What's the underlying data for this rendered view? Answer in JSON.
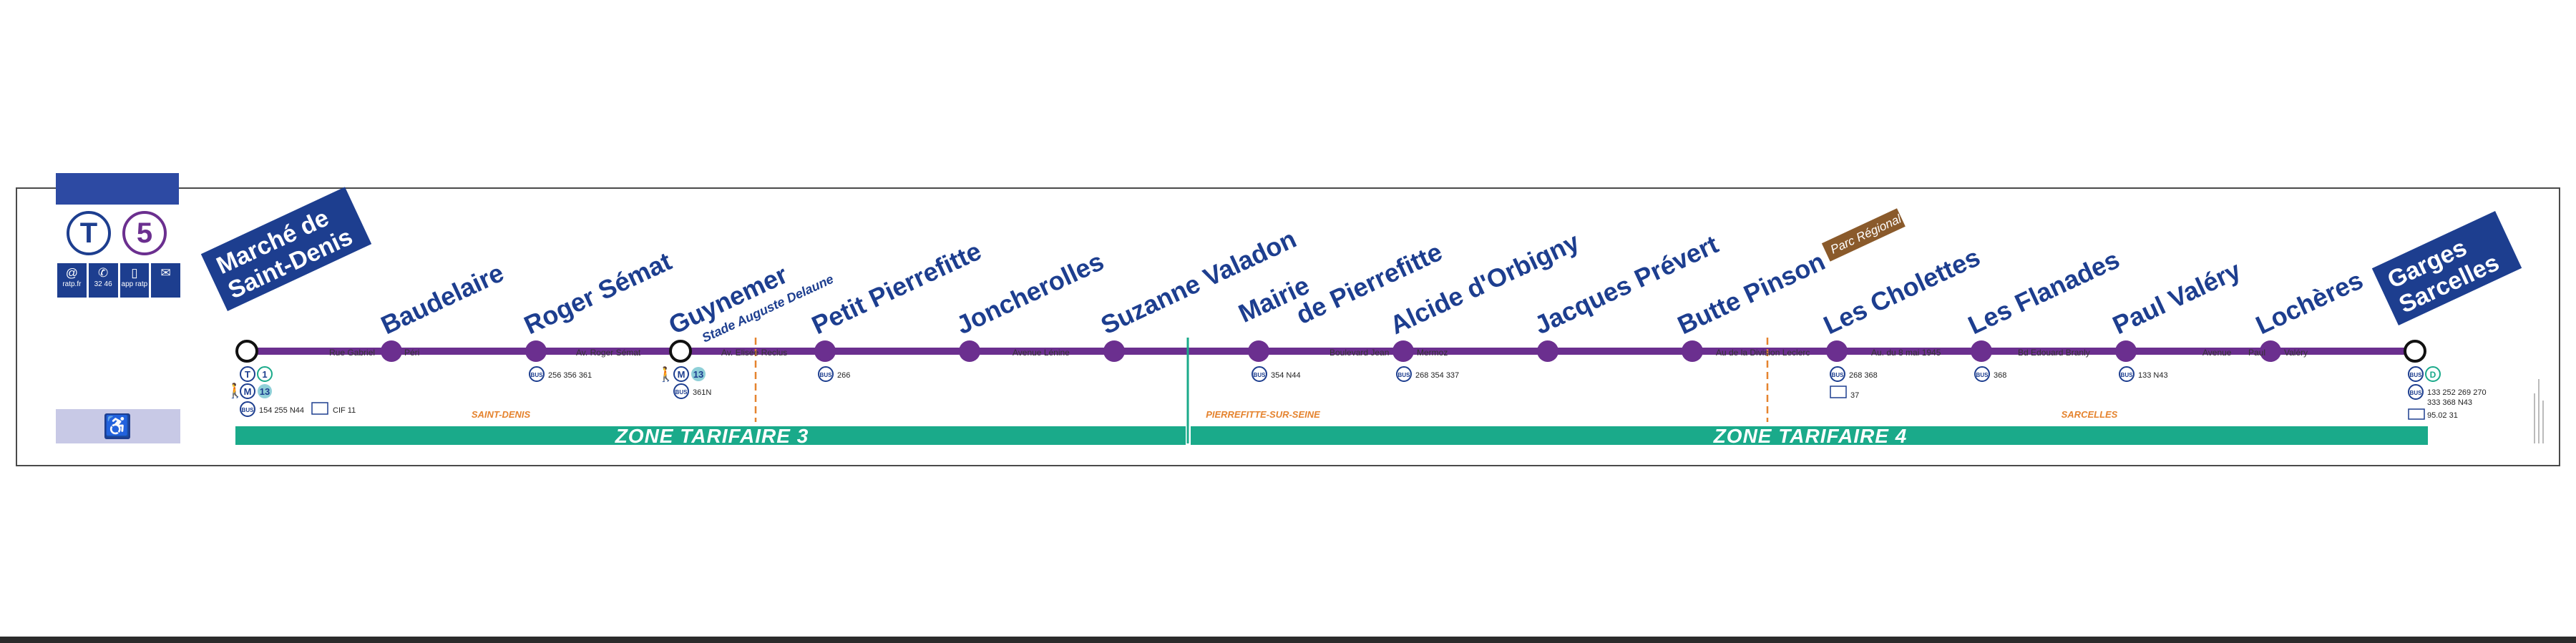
{
  "line": {
    "mode_letter": "T",
    "number": "5",
    "line_color": "#6b2f8f",
    "brand_color": "#1d3e8f"
  },
  "contact": [
    {
      "icon": "at-icon",
      "glyph": "@",
      "label": "ratp.fr"
    },
    {
      "icon": "phone-icon",
      "glyph": "✆",
      "label": "32 46"
    },
    {
      "icon": "app-icon",
      "glyph": "▯",
      "label": "app ratp"
    },
    {
      "icon": "mail-icon",
      "glyph": "✉",
      "label": ""
    }
  ],
  "terminus_start": {
    "lines": [
      "Marché de",
      "Saint-Denis"
    ]
  },
  "terminus_end": {
    "lines": [
      "Garges",
      "Sarcelles"
    ]
  },
  "stations": [
    {
      "name": "Marché de Saint-Denis",
      "terminus": true
    },
    {
      "name": "Baudelaire"
    },
    {
      "name": "Roger Sémat"
    },
    {
      "name": "Guynemer",
      "subtitle": "Stade Auguste Delaune",
      "terminus_style": true
    },
    {
      "name": "Petit Pierrefitte"
    },
    {
      "name": "Joncherolles"
    },
    {
      "name": "Suzanne Valadon"
    },
    {
      "name": "Mairie de Pierrefitte",
      "lines": [
        "Mairie",
        "de Pierrefitte"
      ]
    },
    {
      "name": "Alcide d'Orbigny"
    },
    {
      "name": "Jacques Prévert"
    },
    {
      "name": "Butte Pinson",
      "tag": "Parc Régional"
    },
    {
      "name": "Les Cholettes"
    },
    {
      "name": "Les Flanades"
    },
    {
      "name": "Paul Valéry"
    },
    {
      "name": "Lochères"
    },
    {
      "name": "Garges Sarcelles",
      "terminus": true
    }
  ],
  "streets": [
    "Rue Gabriel",
    "Péri",
    "Av. Roger Sémat",
    "Av. Elisée Reclus",
    "Avenue Lénine",
    "Boulevard Jean",
    "Mermoz",
    "Au de la Division Leclerc",
    "Au. du 8 mai 1945",
    "Bd Edouard Branly",
    "Avenue",
    "Paul",
    "Valéry"
  ],
  "connections": [
    {
      "text": "154 255 N44"
    },
    {
      "text": "CIF 11"
    },
    {
      "text": "256 356 361"
    },
    {
      "text": "361N"
    },
    {
      "text": "266"
    },
    {
      "text": "354 N44"
    },
    {
      "text": "268 354 337"
    },
    {
      "text": "268 368"
    },
    {
      "text": "37"
    },
    {
      "text": "368"
    },
    {
      "text": "133 N43"
    },
    {
      "text": "133 252 269 270"
    },
    {
      "text": "333 368 N43"
    },
    {
      "text": "95.02  31"
    }
  ],
  "communes": [
    "SAINT-DENIS",
    "PIERREFITTE-SUR-SEINE",
    "SARCELLES"
  ],
  "zones": [
    "ZONE TARIFAIRE 3",
    "ZONE TARIFAIRE 4"
  ],
  "badges": {
    "tram": "T",
    "tram1": "1",
    "metro": "M",
    "metro13": "13",
    "bus": "BUS",
    "rer": "D"
  },
  "colors": {
    "zone": "#1aaa8a",
    "commune": "#e5832e",
    "terminus_bg": "#1d3e8f",
    "tag_bg": "#8a5a2b"
  }
}
